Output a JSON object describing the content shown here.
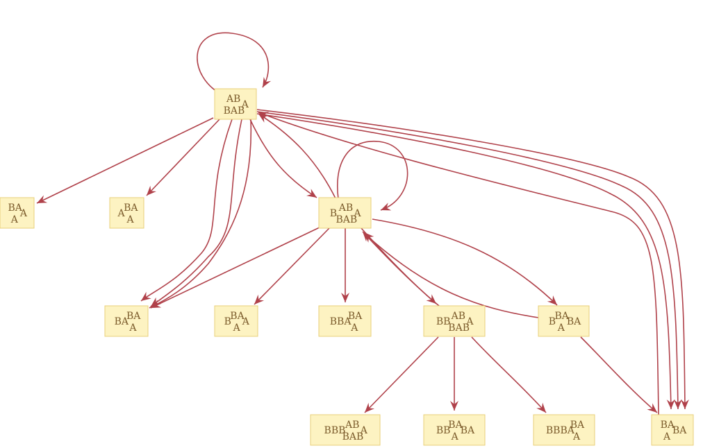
{
  "diagram": {
    "colors": {
      "edge": "#b0414a",
      "node_fill": "#fdf3c2",
      "node_border": "#e8cf7a",
      "text": "#7a5a2a"
    },
    "nodes": [
      {
        "id": "n0",
        "parts": [
          {
            "t": "AB",
            "pos": "sup"
          },
          {
            "t": "BAB",
            "pos": "sub"
          },
          {
            "t": "A",
            "pos": "base"
          }
        ]
      },
      {
        "id": "n1",
        "parts": [
          {
            "t": "BA",
            "pos": "sup"
          },
          {
            "t": "A",
            "pos": "sub"
          },
          {
            "t": "A",
            "pos": "base"
          }
        ]
      },
      {
        "id": "n2",
        "parts": [
          {
            "t": "A",
            "pos": "base"
          },
          {
            "t": "BA",
            "pos": "sup"
          },
          {
            "t": "A",
            "pos": "sub"
          }
        ]
      },
      {
        "id": "n3",
        "parts": [
          {
            "t": "B",
            "pos": "base"
          },
          {
            "t": "AB",
            "pos": "sup"
          },
          {
            "t": "BAB",
            "pos": "sub"
          },
          {
            "t": "A",
            "pos": "base"
          }
        ]
      },
      {
        "id": "n4",
        "parts": [
          {
            "t": "BA",
            "pos": "base"
          },
          {
            "t": "BA",
            "pos": "sup"
          },
          {
            "t": "A",
            "pos": "sub"
          }
        ]
      },
      {
        "id": "n5",
        "parts": [
          {
            "t": "B",
            "pos": "base"
          },
          {
            "t": "BA",
            "pos": "sup"
          },
          {
            "t": "A",
            "pos": "sub"
          },
          {
            "t": "A",
            "pos": "base"
          }
        ]
      },
      {
        "id": "n6",
        "parts": [
          {
            "t": "BBA",
            "pos": "base"
          },
          {
            "t": "BA",
            "pos": "sup"
          },
          {
            "t": "A",
            "pos": "sub"
          }
        ]
      },
      {
        "id": "n7",
        "parts": [
          {
            "t": "BB",
            "pos": "base"
          },
          {
            "t": "AB",
            "pos": "sup"
          },
          {
            "t": "BAB",
            "pos": "sub"
          },
          {
            "t": "A",
            "pos": "base"
          }
        ]
      },
      {
        "id": "n8",
        "parts": [
          {
            "t": "B",
            "pos": "base"
          },
          {
            "t": "BA",
            "pos": "sup"
          },
          {
            "t": "A",
            "pos": "sub"
          },
          {
            "t": "BA",
            "pos": "base"
          }
        ]
      },
      {
        "id": "n9",
        "parts": [
          {
            "t": "BBB",
            "pos": "base"
          },
          {
            "t": "AB",
            "pos": "sup"
          },
          {
            "t": "BAB",
            "pos": "sub"
          },
          {
            "t": "A",
            "pos": "base"
          }
        ]
      },
      {
        "id": "n10",
        "parts": [
          {
            "t": "BB",
            "pos": "base"
          },
          {
            "t": "BA",
            "pos": "sup"
          },
          {
            "t": "A",
            "pos": "sub"
          },
          {
            "t": "BA",
            "pos": "base"
          }
        ]
      },
      {
        "id": "n11",
        "parts": [
          {
            "t": "BBBA",
            "pos": "base"
          },
          {
            "t": "BA",
            "pos": "sup"
          },
          {
            "t": "A",
            "pos": "sub"
          }
        ]
      },
      {
        "id": "n12",
        "parts": [
          {
            "t": "BA",
            "pos": "sup"
          },
          {
            "t": "A",
            "pos": "sub"
          },
          {
            "t": "BA",
            "pos": "base"
          }
        ]
      }
    ],
    "edges": [
      {
        "from": "n0",
        "to": "n0"
      },
      {
        "from": "n0",
        "to": "n1"
      },
      {
        "from": "n0",
        "to": "n2"
      },
      {
        "from": "n0",
        "to": "n3"
      },
      {
        "from": "n3",
        "to": "n0"
      },
      {
        "from": "n0",
        "to": "n4"
      },
      {
        "from": "n0",
        "to": "n4"
      },
      {
        "from": "n0",
        "to": "n4"
      },
      {
        "from": "n0",
        "to": "n12"
      },
      {
        "from": "n0",
        "to": "n12"
      },
      {
        "from": "n0",
        "to": "n12"
      },
      {
        "from": "n12",
        "to": "n0"
      },
      {
        "from": "n3",
        "to": "n3"
      },
      {
        "from": "n3",
        "to": "n4"
      },
      {
        "from": "n3",
        "to": "n5"
      },
      {
        "from": "n3",
        "to": "n6"
      },
      {
        "from": "n3",
        "to": "n7"
      },
      {
        "from": "n7",
        "to": "n3"
      },
      {
        "from": "n3",
        "to": "n8"
      },
      {
        "from": "n8",
        "to": "n3"
      },
      {
        "from": "n7",
        "to": "n9"
      },
      {
        "from": "n7",
        "to": "n10"
      },
      {
        "from": "n7",
        "to": "n11"
      },
      {
        "from": "n8",
        "to": "n12"
      }
    ]
  }
}
